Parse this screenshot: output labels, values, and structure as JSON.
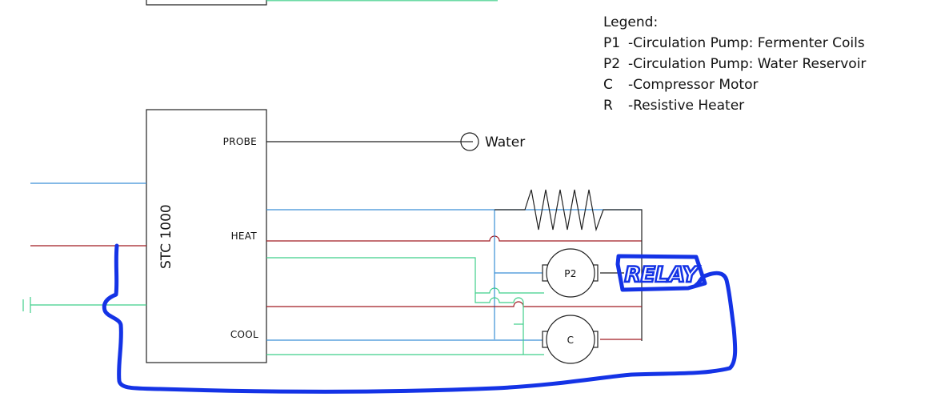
{
  "legend": {
    "title": "Legend:",
    "entries": [
      {
        "code": "P1",
        "text": "-Circulation Pump: Fermenter Coils"
      },
      {
        "code": "P2",
        "text": "-Circulation Pump: Water Reservoir"
      },
      {
        "code": "C",
        "text": "-Compressor Motor"
      },
      {
        "code": "R",
        "text": "-Resistive Heater"
      }
    ]
  },
  "controller": {
    "name": "STC 1000",
    "terminals": {
      "probe": "PROBE",
      "heat": "HEAT",
      "cool": "COOL"
    }
  },
  "probe_target": "Water",
  "pump": {
    "label": "P2"
  },
  "compressor": {
    "label": "C"
  },
  "annotation": {
    "text": "RELAY"
  },
  "colors": {
    "wire_black": "#222222",
    "wire_blue": "#3a8fd6",
    "wire_red": "#a11a22",
    "wire_green": "#3fcf8a",
    "marker_blue": "#1433e6"
  }
}
